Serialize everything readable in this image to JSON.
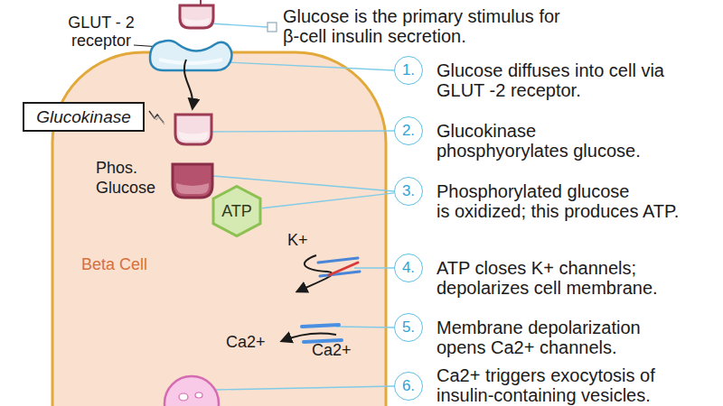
{
  "diagram": {
    "nodes": [
      {
        "text": [
          "Beta Cell"
        ]
      },
      {
        "text": [
          "Glucokinase"
        ]
      },
      {
        "text": [
          "ATP"
        ],
        "in": 0
      },
      {
        "text": [
          "1."
        ]
      },
      {
        "text": [
          "2."
        ]
      },
      {
        "text": [
          "3."
        ]
      },
      {
        "text": [
          "4."
        ]
      },
      {
        "text": [
          "5."
        ]
      },
      {
        "text": [
          "6."
        ]
      }
    ],
    "edges": [
      {
        "from": 2,
        "to": 5,
        "arrow": "none"
      }
    ],
    "labels": [
      "Glucose is the primary stimulus for β-cell insulin secretion.",
      "GLUT - 2 receptor",
      "Glucose diffuses into cell via GLUT -2 receptor.",
      "Glucokinase phosphyorylates glucose.",
      "Phos. Glucose",
      "Phosphorylated glucose is oxidized; this produces ATP.",
      "K+",
      "ATP closes K+ channels; depolarizes cell membrane.",
      "Membrane depolarization opens Ca2+ channels.",
      "Ca2+",
      "Ca2+",
      "Ca2+ triggers exocytosis of insulin-containing vesicles."
    ]
  }
}
